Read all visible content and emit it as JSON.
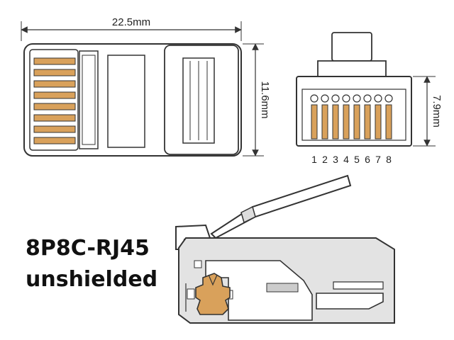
{
  "dimensions": {
    "length": "22.5mm",
    "height": "11.6mm",
    "contact_height": "7.9mm"
  },
  "pin_numbers": [
    "1",
    "2",
    "3",
    "4",
    "5",
    "6",
    "7",
    "8"
  ],
  "caption": {
    "line1": "8P8C-RJ45",
    "line2": "unshielded"
  },
  "colors": {
    "contact": "#D9A15B",
    "body_fill": "#E3E3E3",
    "outline": "#333333"
  }
}
